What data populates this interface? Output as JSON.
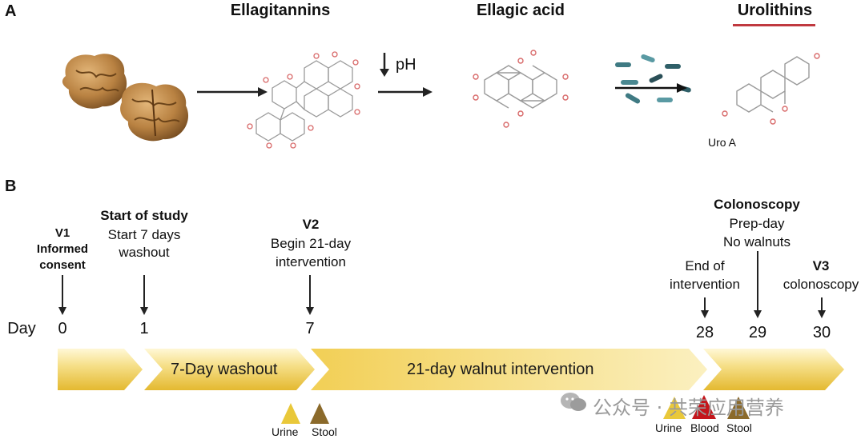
{
  "panel_a": {
    "letter": "A",
    "headers": {
      "ellagitannins": "Ellagitannins",
      "ellagic_acid": "Ellagic acid",
      "urolithins": "Urolithins"
    },
    "ph_label": "pH",
    "uro_a_label": "Uro A",
    "colors": {
      "urolithins_underline": "#c0393f",
      "atoms_red": "#d86a6a",
      "bonds": "#9a9a9a"
    }
  },
  "panel_b": {
    "letter": "B",
    "day_label": "Day",
    "events": {
      "v1_title": "V1",
      "v1_line1": "Informed",
      "v1_line2": "consent",
      "start_title": "Start of study",
      "start_line1": "Start 7 days",
      "start_line2": "washout",
      "v2_title": "V2",
      "v2_line1": "Begin 21-day",
      "v2_line2": "intervention",
      "colon_title": "Colonoscopy",
      "colon_line1": "Prep-day",
      "colon_line2": "No walnuts",
      "end_line1": "End of",
      "end_line2": "intervention",
      "v3_title": "V3",
      "v3_line1": "colonoscopy"
    },
    "days": {
      "d0": "0",
      "d1": "1",
      "d7": "7",
      "d28": "28",
      "d29": "29",
      "d30": "30"
    },
    "segments": {
      "washout": "7-Day washout",
      "intervention": "21-day walnut intervention"
    },
    "samples": {
      "urine": "Urine",
      "stool": "Stool",
      "urine2": "Urine",
      "blood": "Blood",
      "stool2": "Stool"
    },
    "colors": {
      "arrow_light": "#fbf2c4",
      "arrow_dark": "#e8c23a",
      "urine": "#e9c83a",
      "stool": "#8b6a2b",
      "blood": "#c4161c"
    }
  },
  "watermark": "公众号 · 共荣应用营养"
}
